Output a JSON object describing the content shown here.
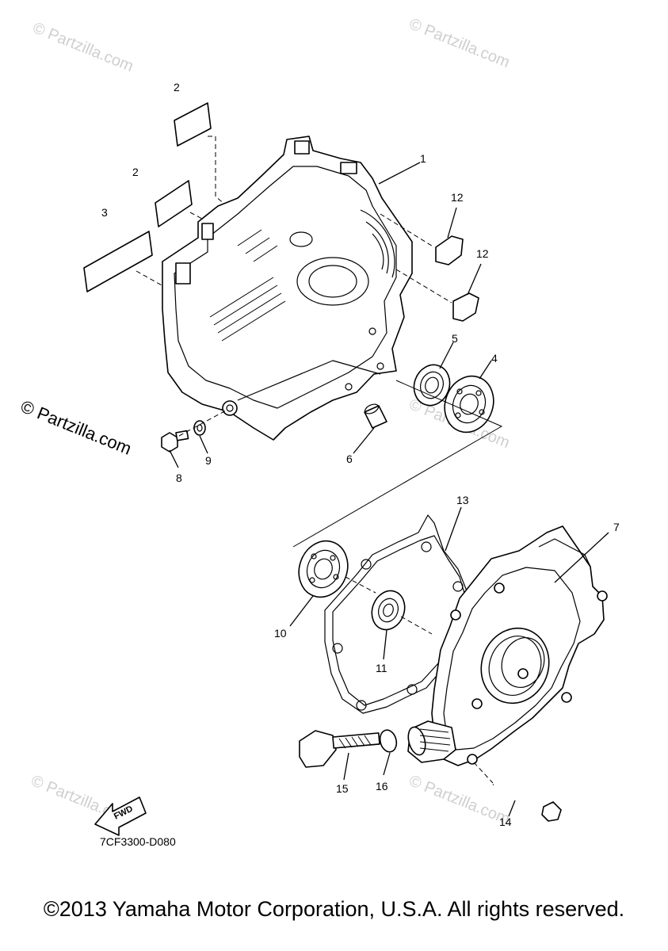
{
  "watermark": "© Partzilla.com",
  "side_watermark": "© Partzilla.com",
  "diagram_code": "7CF3300-D080",
  "fwd_label": "FWD",
  "copyright": "©2013 Yamaha Motor Corporation, U.S.A. All rights reserved.",
  "callouts": {
    "c1": "1",
    "c2a": "2",
    "c2b": "2",
    "c3": "3",
    "c4": "4",
    "c5": "5",
    "c6": "6",
    "c7": "7",
    "c8": "8",
    "c9": "9",
    "c10": "10",
    "c11": "11",
    "c12a": "12",
    "c12b": "12",
    "c13": "13",
    "c14": "14",
    "c15": "15",
    "c16": "16"
  }
}
